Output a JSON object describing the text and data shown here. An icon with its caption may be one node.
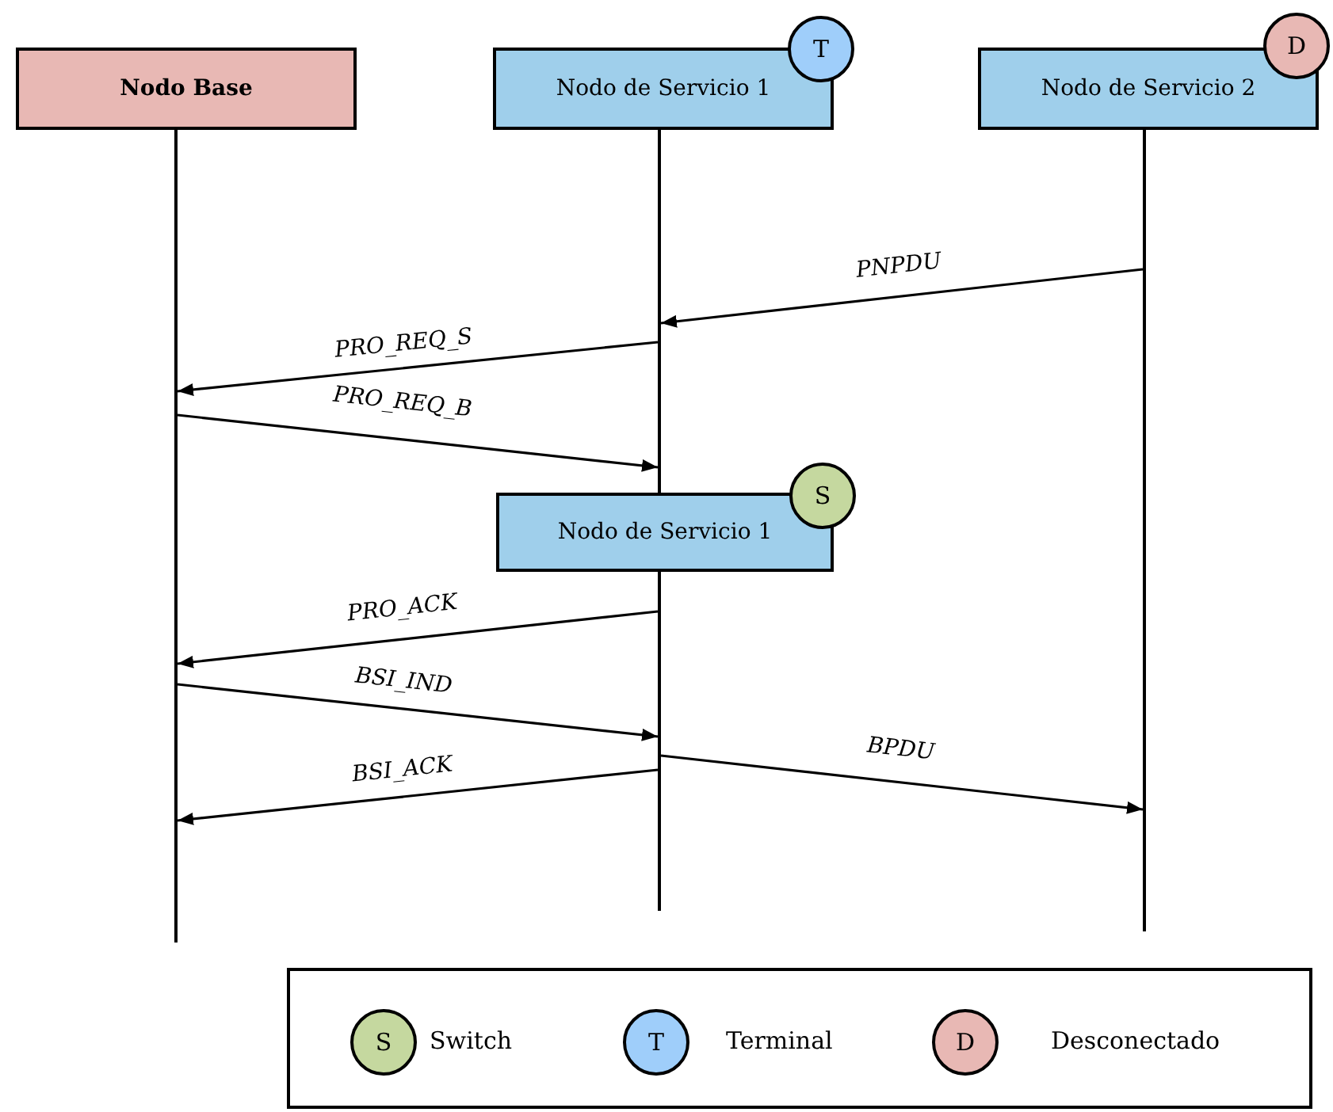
{
  "diagram": {
    "nodes": [
      {
        "text": [
          "Nodo Base"
        ]
      },
      {
        "text": [
          "Nodo de Servicio 1"
        ]
      },
      {
        "text": [
          "Nodo de Servicio 2"
        ]
      },
      {
        "text": [
          "T"
        ]
      },
      {
        "text": [
          "D"
        ]
      },
      {
        "text": [
          "Nodo de Servicio 1"
        ]
      },
      {
        "text": [
          "S"
        ]
      }
    ],
    "edges": [
      {
        "from": 2,
        "to": 1,
        "arrow": "to",
        "label": "PNPDU"
      },
      {
        "from": 1,
        "to": 0,
        "arrow": "to",
        "label": "PRO_REQ_S"
      },
      {
        "from": 0,
        "to": 1,
        "arrow": "to",
        "label": "PRO_REQ_B"
      },
      {
        "from": 5,
        "to": 0,
        "arrow": "to",
        "label": "PRO_ACK"
      },
      {
        "from": 0,
        "to": 5,
        "arrow": "to",
        "label": "BSI_IND"
      },
      {
        "from": 5,
        "to": 0,
        "arrow": "to",
        "label": "BSI_ACK"
      },
      {
        "from": 5,
        "to": 2,
        "arrow": "to",
        "label": "BPDU"
      }
    ],
    "labels": [
      "S",
      "T",
      "D"
    ],
    "legend": [
      {
        "text": "Switch",
        "color": "#c5d89f"
      },
      {
        "text": "Terminal",
        "color": "#9fcefa"
      },
      {
        "text": "Desconectado",
        "color": "#e8b8b4"
      }
    ]
  }
}
